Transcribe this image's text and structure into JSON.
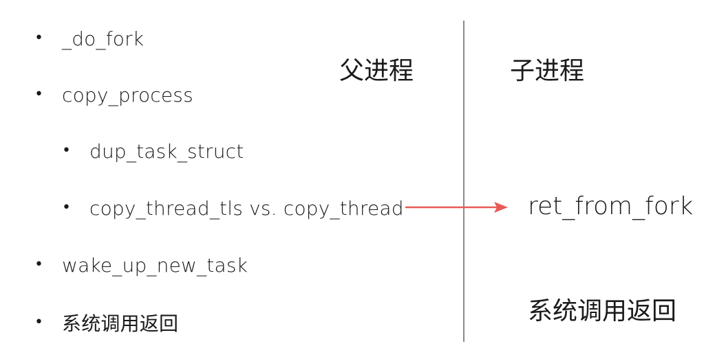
{
  "left_list": {
    "items": [
      {
        "label": "_do_fork",
        "level": 1
      },
      {
        "label": "copy_process",
        "level": 1
      },
      {
        "label": "dup_task_struct",
        "level": 2
      },
      {
        "label": "copy_thread_tls vs. copy_thread",
        "level": 2
      },
      {
        "label": "wake_up_new_task",
        "level": 1
      },
      {
        "label": "系统调用返回",
        "level": 1
      }
    ],
    "bullet": "•"
  },
  "headings": {
    "parent": "父进程",
    "child": "子进程"
  },
  "right": {
    "ret_from_fork": "ret_from_fork",
    "syscall_return": "系统调用返回"
  },
  "colors": {
    "arrow": "#e85a57",
    "divider": "#8a8a8a",
    "text": "#1a1a1a"
  }
}
